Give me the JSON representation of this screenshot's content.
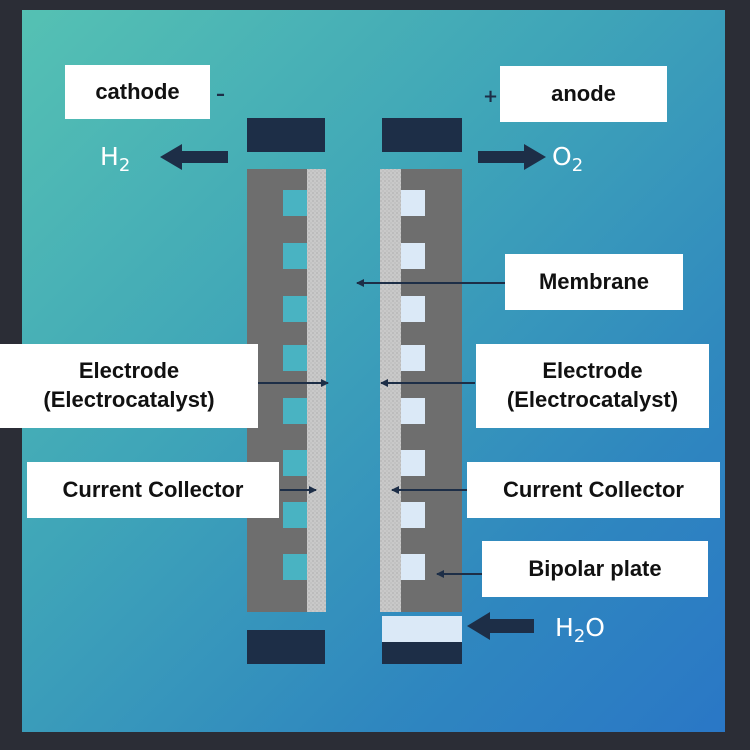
{
  "labels": {
    "cathode": "cathode",
    "anode": "anode",
    "cathode_sign": "–",
    "anode_sign": "+",
    "h2_main": "H",
    "h2_sub": "2",
    "o2_main": "O",
    "o2_sub": "2",
    "h2o_h": "H",
    "h2o_sub": "2",
    "h2o_o": "O",
    "membrane": "Membrane",
    "electrode_left_line1": "Electrode",
    "electrode_left_line2": "(Electrocatalyst)",
    "electrode_right_line1": "Electrode",
    "electrode_right_line2": "(Electrocatalyst)",
    "collector_left": "Current Collector",
    "collector_right": "Current Collector",
    "bipolar": "Bipolar plate"
  },
  "colors": {
    "background_start": "#55c1b3",
    "background_end": "#2a77c6",
    "plate": "#6e6e6e",
    "electrode_strip": "#c9c9c9",
    "cathode_channel": "#49b3c2",
    "anode_channel": "#dbe9f7",
    "end_cap": "#1d2e47",
    "arrow": "#1d2e47"
  }
}
